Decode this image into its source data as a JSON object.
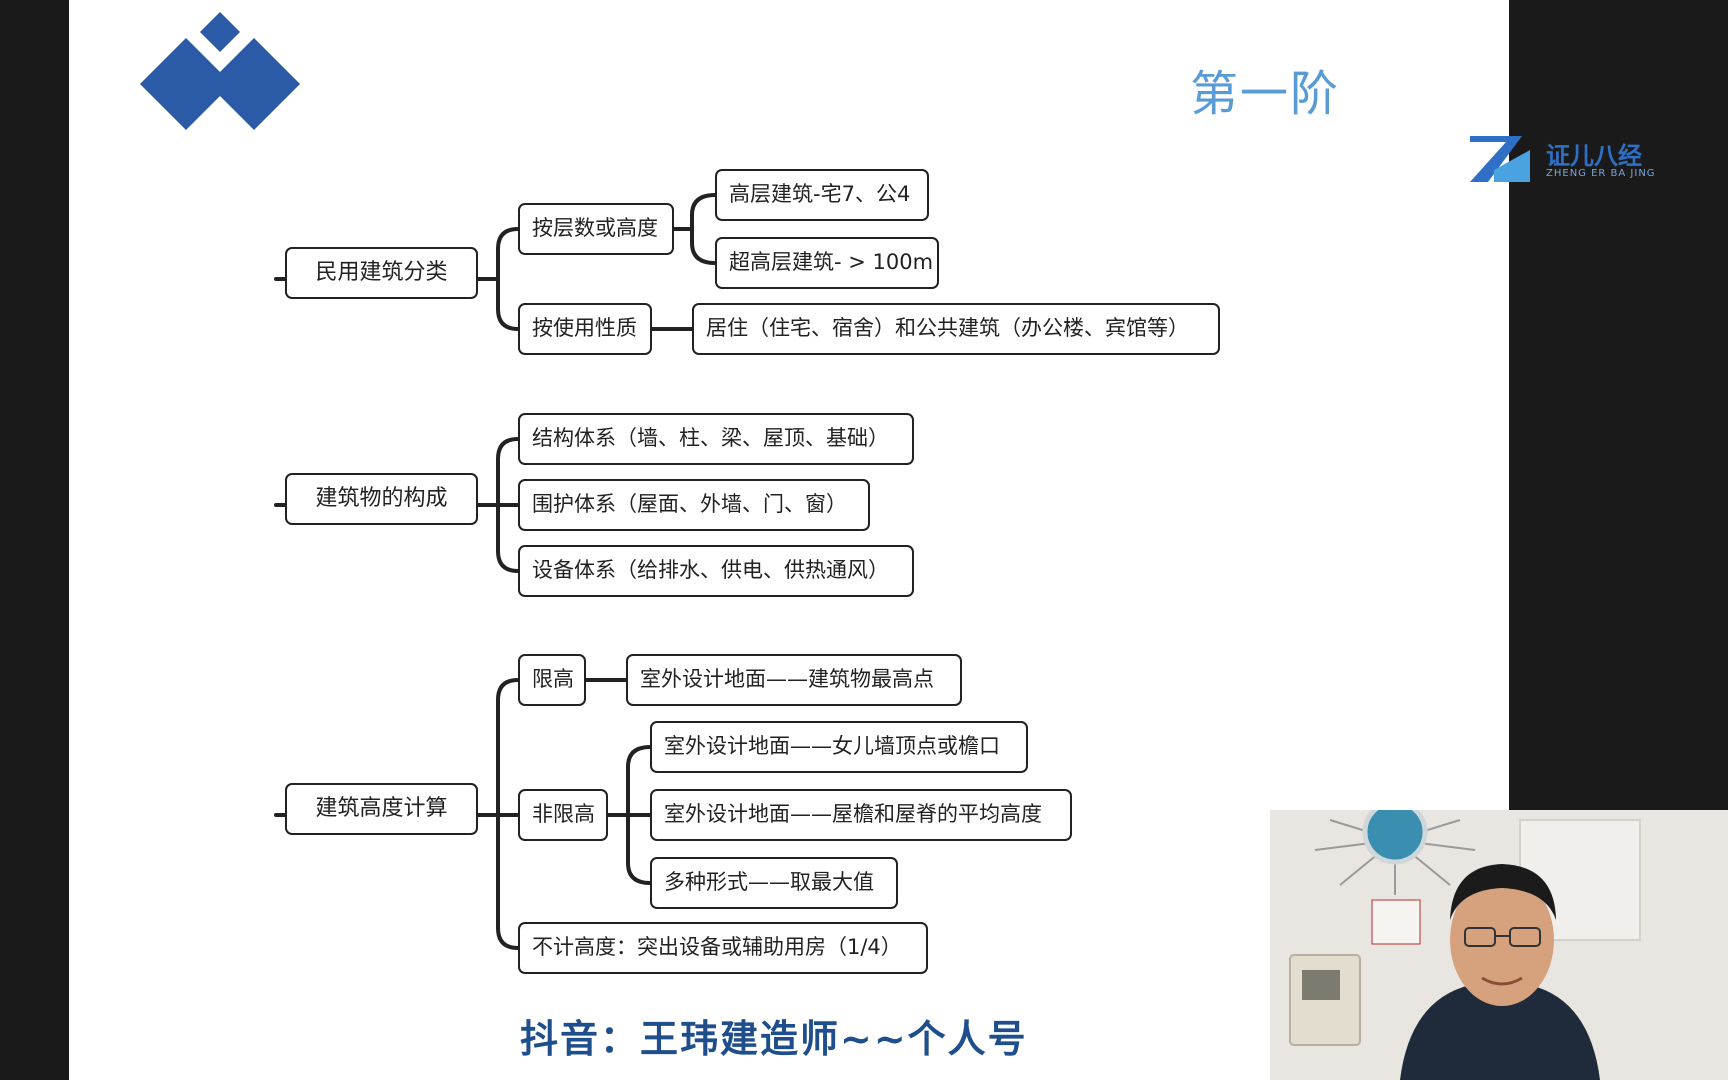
{
  "slide": {
    "title": "第一阶",
    "brand": {
      "name": "证儿八经",
      "sub": "ZHENG ER BA JING"
    },
    "footer": "抖音：王玮建造师~~个人号"
  },
  "mindmap": {
    "civil": {
      "root": "民用建筑分类",
      "by_floors": "按层数或高度",
      "high_rise": "高层建筑-宅7、公4",
      "super_high": "超高层建筑- > 100m",
      "by_use": "按使用性质",
      "use_types": "居住（住宅、宿舍）和公共建筑（办公楼、宾馆等）"
    },
    "composition": {
      "root": "建筑物的构成",
      "structure": "结构体系（墙、柱、梁、屋顶、基础）",
      "envelope": "围护体系（屋面、外墙、门、窗）",
      "equipment": "设备体系（给排水、供电、供热通风）"
    },
    "height": {
      "root": "建筑高度计算",
      "limited": "限高",
      "limited_rule": "室外设计地面——建筑物最高点",
      "unlimited": "非限高",
      "unlimited_rule_1": "室外设计地面——女儿墙顶点或檐口",
      "unlimited_rule_2": "室外设计地面——屋檐和屋脊的平均高度",
      "unlimited_rule_3": "多种形式——取最大值",
      "excluded": "不计高度：突出设备或辅助用房（1/4）"
    }
  },
  "colors": {
    "logo": "#2b5aa6",
    "title": "#5b9bd5",
    "footer": "#1f4e8c",
    "line": "#222222"
  },
  "icons": {
    "logo": "diamond-logo-icon",
    "brand": "zhengerbajing-logo-icon"
  }
}
